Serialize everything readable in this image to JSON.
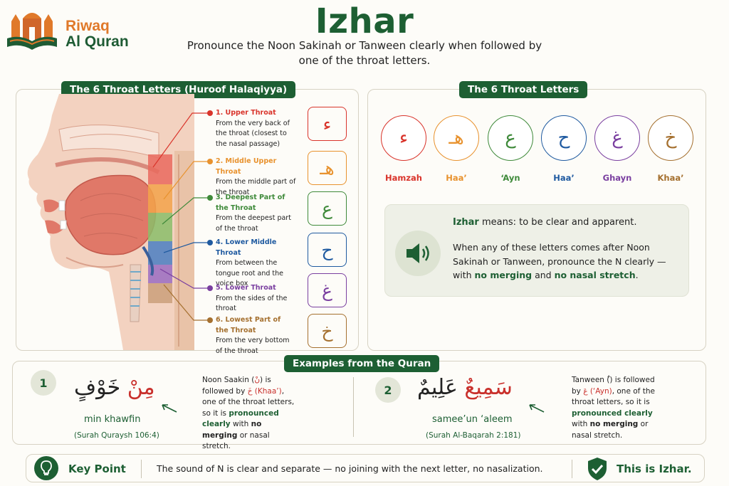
{
  "brand": {
    "line1": "Riwaq",
    "line2": "Al Quran"
  },
  "title": "Izhar",
  "subtitle": "Pronounce the Noon Sakinah or Tanween clearly when followed by one of the throat letters.",
  "colors": {
    "primary_green": "#1d5f33",
    "upper": "#d9342b",
    "middle_upper": "#e8922e",
    "deepest": "#3f8a3a",
    "lower_middle": "#1f5aa0",
    "lower": "#7a3fa0",
    "lowest": "#a5702f"
  },
  "throat_panel": {
    "heading": "The 6 Throat Letters (Huroof Halaqiyya)",
    "items": [
      {
        "title": "1. Upper Throat",
        "desc": "From the very back of the throat (closest to the nasal passage)",
        "letter": "ء"
      },
      {
        "title": "2. Middle Upper Throat",
        "desc": "From the middle part of the throat",
        "letter": "هـ"
      },
      {
        "title": "3. Deepest Part of the Throat",
        "desc": "From the deepest part of the throat",
        "letter": "ع"
      },
      {
        "title": "4. Lower Middle Throat",
        "desc": "From between the tongue root and the voice box",
        "letter": "ح"
      },
      {
        "title": "5. Lower Throat",
        "desc": "From the sides of the throat",
        "letter": "غ"
      },
      {
        "title": "6. Lowest Part of the Throat",
        "desc": "From the very bottom of the throat",
        "letter": "خ"
      }
    ]
  },
  "letters_panel": {
    "heading": "The 6 Throat Letters",
    "letters": [
      {
        "char": "ء",
        "name": "Hamzah"
      },
      {
        "char": "هـ",
        "name": "Haa’"
      },
      {
        "char": "ع",
        "name": "‘Ayn"
      },
      {
        "char": "ح",
        "name": "Haa’"
      },
      {
        "char": "غ",
        "name": "Ghayn"
      },
      {
        "char": "خ",
        "name": "Khaa’"
      }
    ],
    "info": {
      "term": "Izhar",
      "meaning": " means: to be clear and apparent.",
      "body_1": "When any of these letters comes after Noon Sakinah or Tanween, pronounce the N clearly — with ",
      "body_b1": "no merging",
      "body_2": " and ",
      "body_b2": "no nasal stretch",
      "body_3": "."
    }
  },
  "examples": {
    "heading": "Examples from the Quran",
    "items": [
      {
        "number": "1",
        "arabic_red": "مِنْ",
        "arabic_black": "خَوْفٍ",
        "translit": "min khawfin",
        "ref": "(Surah Quraysh 106:4)",
        "e1": "Noon Saakin (",
        "e1_red": "نْ",
        "e2": ") is followed by ",
        "e2_red": "خَ (Khaa’)",
        "e3": ", one of the throat letters, so it is ",
        "e_green": "pronounced clearly",
        "e4": " with ",
        "e_bold": "no merging",
        "e5": " or nasal stretch."
      },
      {
        "number": "2",
        "arabic_red": "سَمِيعٌ",
        "arabic_black": "عَلِيمٌ",
        "translit": "samee’un ‘aleem",
        "ref": "(Surah Al-Baqarah 2:181)",
        "e1": "Tanween (",
        "e1_red": "ٌ",
        "e2": ") is followed by ",
        "e2_red": "عَ (‘Ayn)",
        "e3": ", one of the throat letters, so it is ",
        "e_green": "pronounced clearly",
        "e4": " with ",
        "e_bold": "no merging",
        "e5": " or nasal stretch."
      }
    ]
  },
  "key_point": {
    "label": "Key Point",
    "text": "The sound of N is clear and separate — no joining with the next letter, no nasalization.",
    "conclusion": "This is Izhar."
  }
}
